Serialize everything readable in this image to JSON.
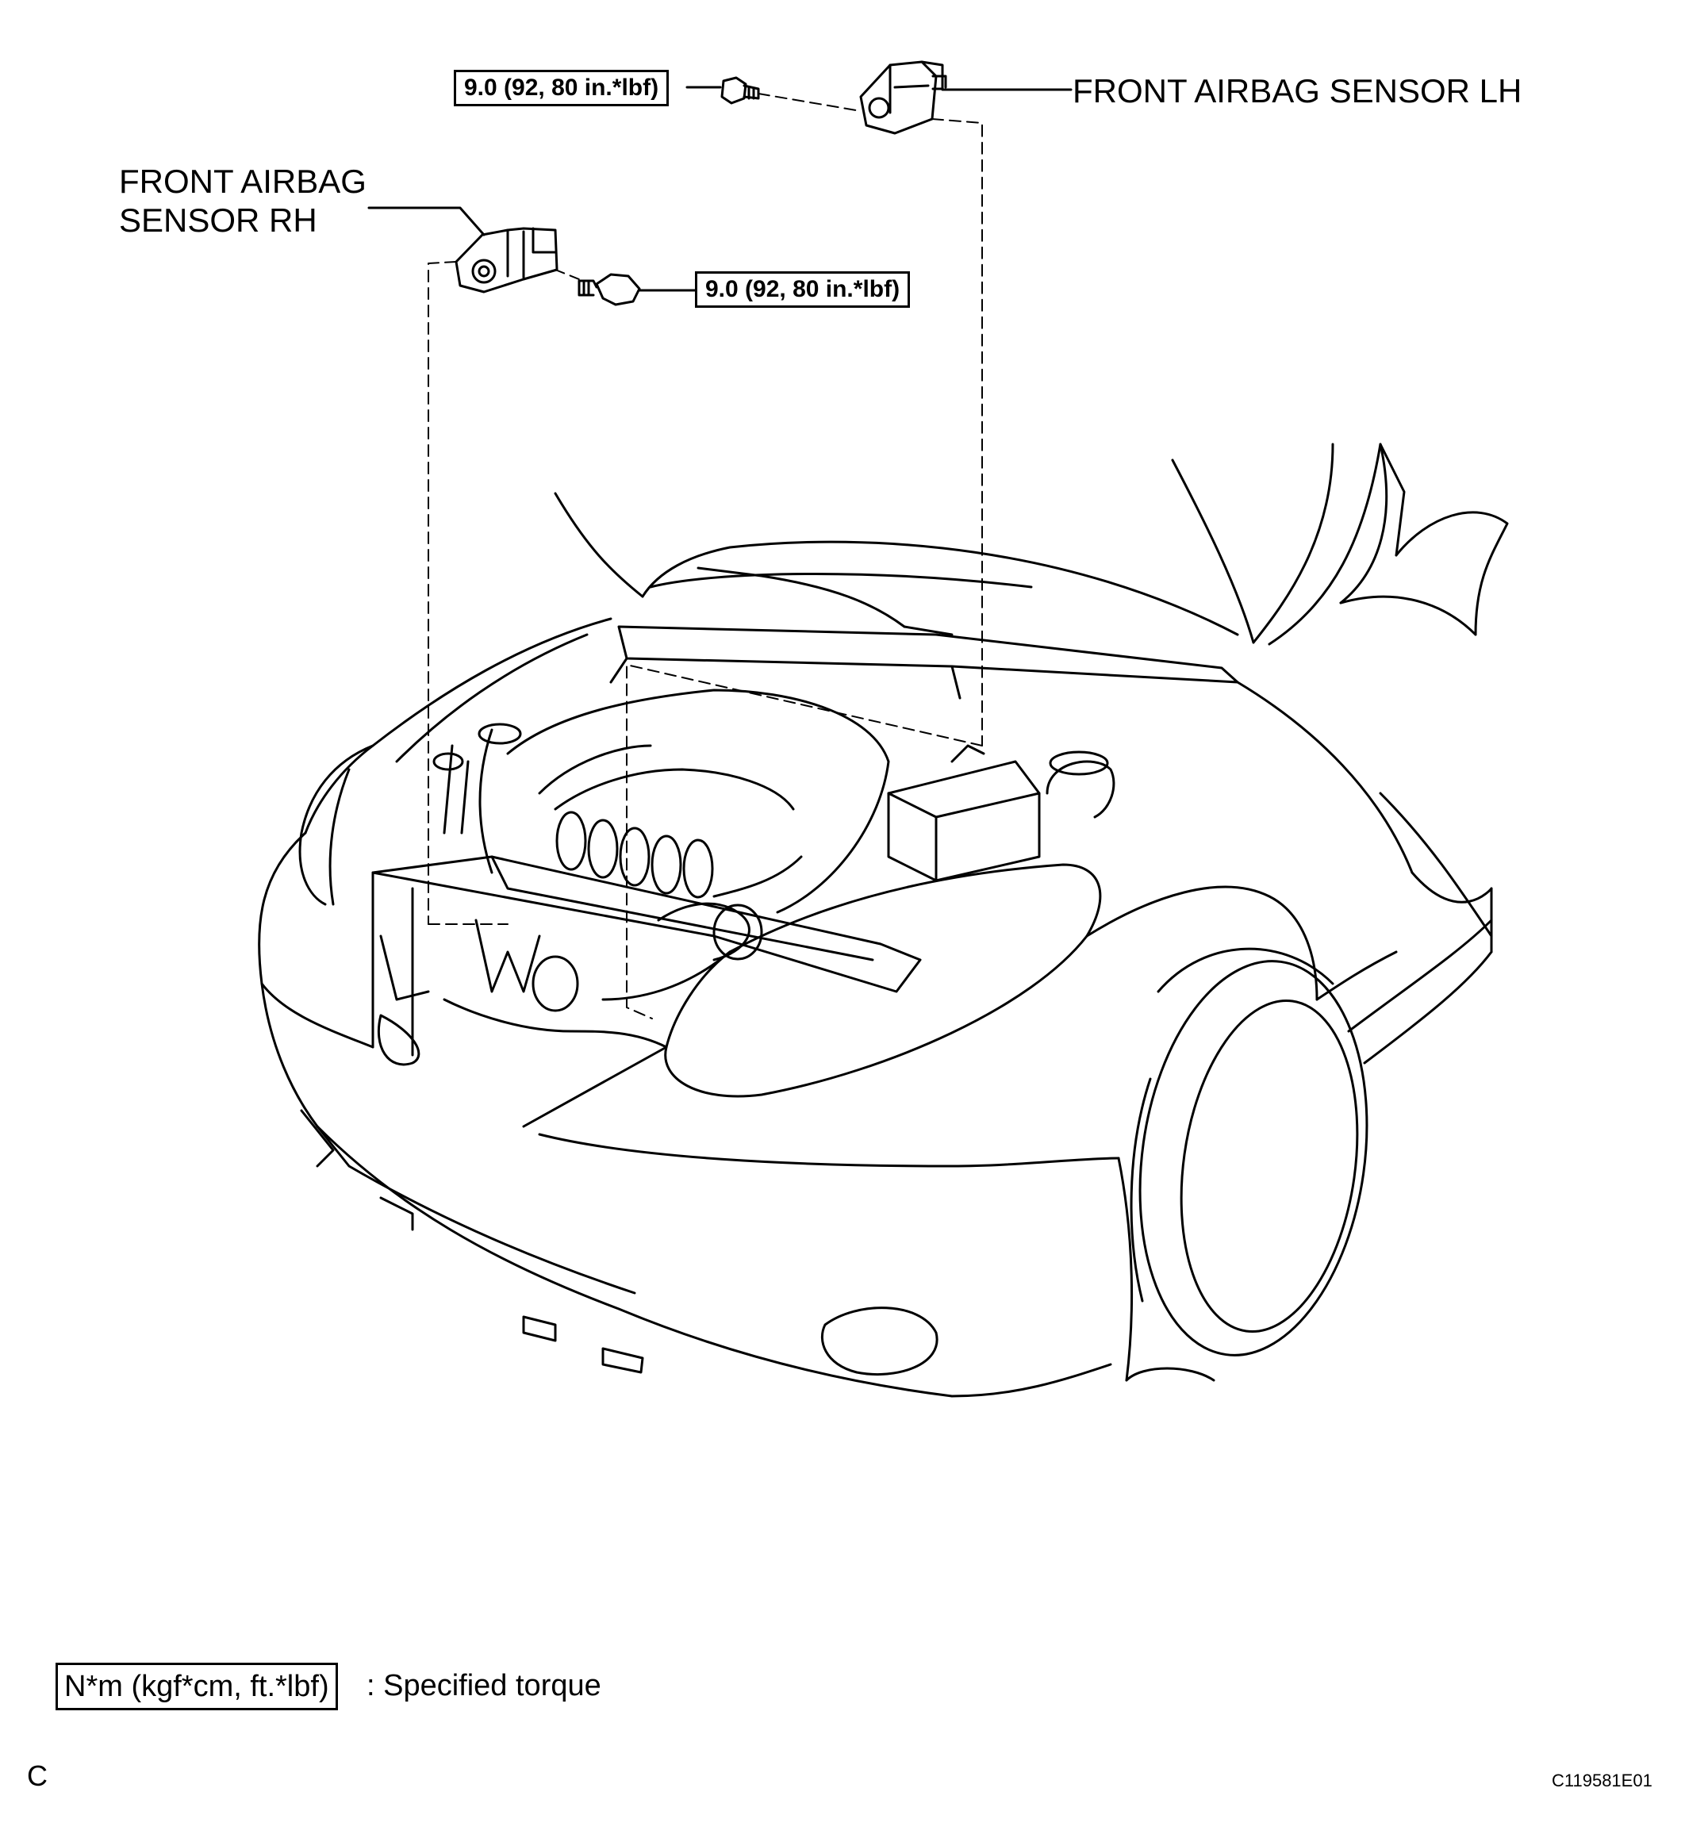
{
  "labels": {
    "sensor_lh": "FRONT AIRBAG SENSOR LH",
    "sensor_rh_line1": "FRONT AIRBAG",
    "sensor_rh_line2": "SENSOR RH",
    "torque_lh": "9.0 (92, 80 in.*lbf)",
    "torque_rh": "9.0 (92, 80 in.*lbf)"
  },
  "legend": {
    "unit": "N*m (kgf*cm, ft.*lbf)",
    "description": ": Specified torque"
  },
  "footer": {
    "corner_letter": "C",
    "figure_code": "C119581E01"
  },
  "colors": {
    "ink": "#000000",
    "paper": "#ffffff"
  }
}
